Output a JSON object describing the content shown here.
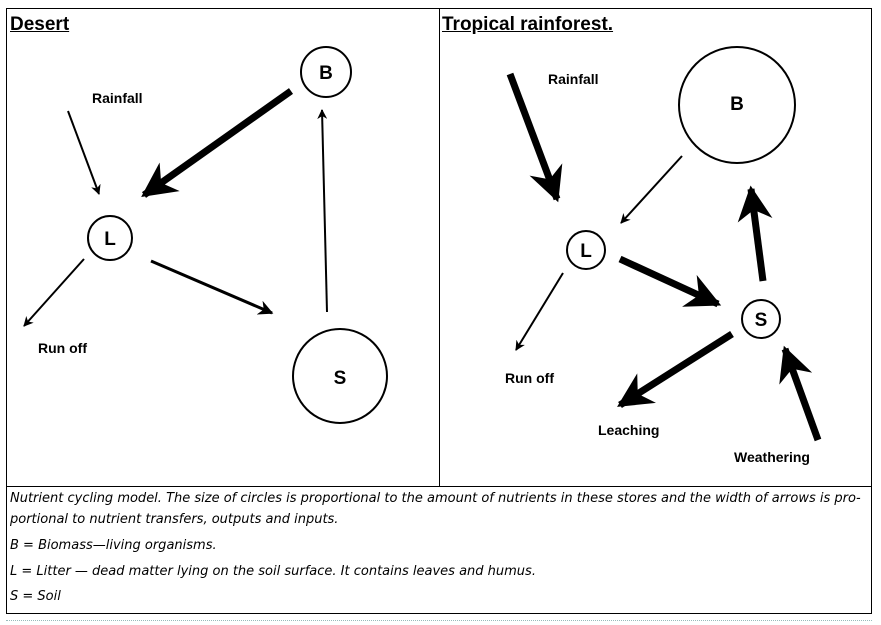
{
  "panels": {
    "desert": {
      "title": "Desert",
      "nodes": {
        "B": "B",
        "L": "L",
        "S": "S"
      },
      "labels": {
        "rainfall": "Rainfall",
        "runoff": "Run off"
      }
    },
    "rainforest": {
      "title": "Tropical rainforest.",
      "nodes": {
        "B": "B",
        "L": "L",
        "S": "S"
      },
      "labels": {
        "rainfall": "Rainfall",
        "runoff": "Run off",
        "leaching": "Leaching",
        "weathering": "Weathering"
      }
    }
  },
  "caption": {
    "main": "Nutrient cycling model. The size of circles is proportional to the amount of nutrients in these stores and the width of arrows is pro-portional to nutrient transfers, outputs and inputs.",
    "b": "B = Biomass—living organisms.",
    "l": "L = Litter — dead matter lying on the soil surface. It contains leaves and humus.",
    "s": "S = Soil"
  }
}
